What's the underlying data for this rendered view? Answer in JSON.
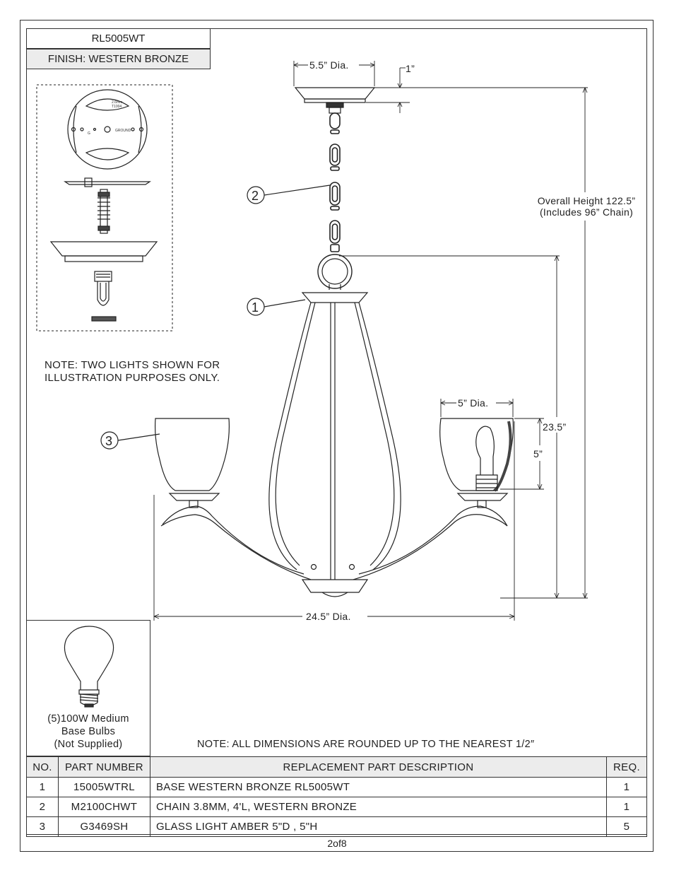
{
  "header": {
    "model": "RL5005WT",
    "finish": "FINISH: WESTERN BRONZE"
  },
  "notes": {
    "lights_line1": "NOTE:  TWO LIGHTS SHOWN  FOR",
    "lights_line2": "ILLUSTRATION PURPOSES ONLY.",
    "dimensions": "NOTE:  ALL DIMENSIONS ARE ROUNDED UP TO THE NEAREST  1/2″"
  },
  "dimensions": {
    "canopy_dia": "5.5” Dia.",
    "canopy_height": "1”",
    "overall_height_line1": "Overall Height 122.5”",
    "overall_height_line2": "(Includes 96” Chain)",
    "body_height": "23.5”",
    "glass_dia": "5” Dia.",
    "glass_height": "5”",
    "fixture_dia": "24.5” Dia."
  },
  "callouts": [
    "1",
    "2",
    "3"
  ],
  "mount_plate_text": {
    "line1": "2.6mm",
    "line2": "T1004",
    "ground_label": "GROUND",
    "side_label": "G"
  },
  "bulb": {
    "line1": "(5)100W Medium",
    "line2": "Base Bulbs",
    "line3": "(Not Supplied)"
  },
  "parts_table": {
    "headers": [
      "NO.",
      "PART NUMBER",
      "REPLACEMENT PART DESCRIPTION",
      "REQ."
    ],
    "rows": [
      {
        "no": "1",
        "part": "15005WTRL",
        "desc": "BASE WESTERN BRONZE RL5005WT",
        "req": "1"
      },
      {
        "no": "2",
        "part": "M2100CHWT",
        "desc": "CHAIN 3.8MM, 4'L, WESTERN BRONZE",
        "req": "1"
      },
      {
        "no": "3",
        "part": "G3469SH",
        "desc": "GLASS LIGHT AMBER 5\"D , 5\"H",
        "req": "5"
      }
    ]
  },
  "page": "2of8"
}
